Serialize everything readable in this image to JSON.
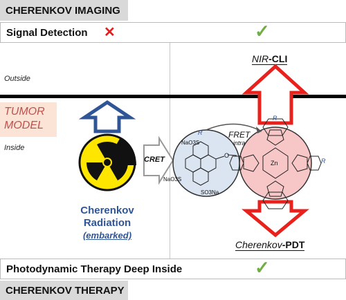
{
  "header": {
    "title": "CHERENKOV IMAGING"
  },
  "signal_row": {
    "label": "Signal Detection",
    "left_mark": "✕",
    "right_mark": "✓"
  },
  "zones": {
    "outside": "Outside",
    "inside": "Inside"
  },
  "tumor_model": {
    "line1": "TUMOR",
    "line2": "MODEL"
  },
  "nir_cli": {
    "prefix": "NIR",
    "suffix": "-CLI"
  },
  "cret": "CRET",
  "fret": {
    "label": "FRET",
    "sub": "intra"
  },
  "cherenkov_radiation": {
    "line1": "Cherenkov",
    "line2": "Radiation",
    "line3": "(embarked)"
  },
  "cherenkov_pdt": {
    "prefix": "Cherenkov",
    "suffix": "-PDT"
  },
  "molecule_labels": {
    "r_left": "R",
    "r_right_top": "R",
    "r_right": "R",
    "so3na_top": "NaO3S",
    "so3na_left": "NaO3S",
    "so3na_bottom": "SO3Na",
    "oxygen": "O",
    "zinc": "Zn"
  },
  "pdt_row": {
    "label": "Photodynamic Therapy Deep Inside",
    "right_mark": "✓"
  },
  "footer": {
    "title": "CHERENKOV THERAPY"
  },
  "colors": {
    "red_arrow": "#e8211c",
    "blue_arrow": "#2f5597",
    "green_check": "#70ad47",
    "red_x": "#e02020",
    "pyrene_fill": "#dbe5f1",
    "phthalo_fill": "#f7c6c7"
  },
  "icons": {
    "radiation": "radiation-hazard-icon"
  }
}
